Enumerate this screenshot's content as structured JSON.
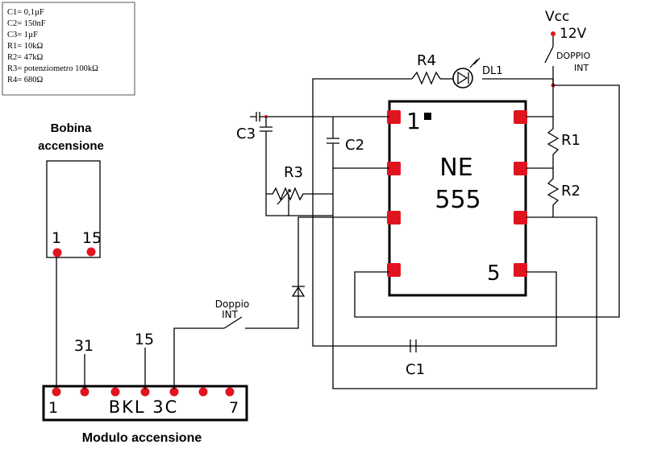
{
  "legend": {
    "items": [
      "C1= 0,1µF",
      "C2= 150nF",
      "C3= 1µF",
      "R1= 10kΩ",
      "R2= 47kΩ",
      "R3= potenziometro 100kΩ",
      "R4= 680Ω"
    ]
  },
  "coil": {
    "title_line1": "Bobina",
    "title_line2": "accensione",
    "pin_left": "1",
    "pin_right": "15"
  },
  "module": {
    "title": "Modulo accensione",
    "body_text": "BKL 3C",
    "pin_left": "1",
    "pin_right": "7",
    "wire_31": "31",
    "wire_15": "15"
  },
  "ic": {
    "name_line1": "NE",
    "name_line2": "555",
    "pin1": "1",
    "pin5": "5"
  },
  "labels": {
    "vcc": "Vcc",
    "v12": "12V",
    "switch_top_1": "DOPPIO",
    "switch_top_2": "INT",
    "switch_bottom_1": "Doppio",
    "switch_bottom_2": "INT",
    "r1": "R1",
    "r2": "R2",
    "r3": "R3",
    "r4": "R4",
    "dl1": "DL1",
    "c1": "C1",
    "c2": "C2",
    "c3": "C3"
  },
  "colors": {
    "pin": "#e0141e",
    "ink": "#000000",
    "background": "#ffffff"
  }
}
